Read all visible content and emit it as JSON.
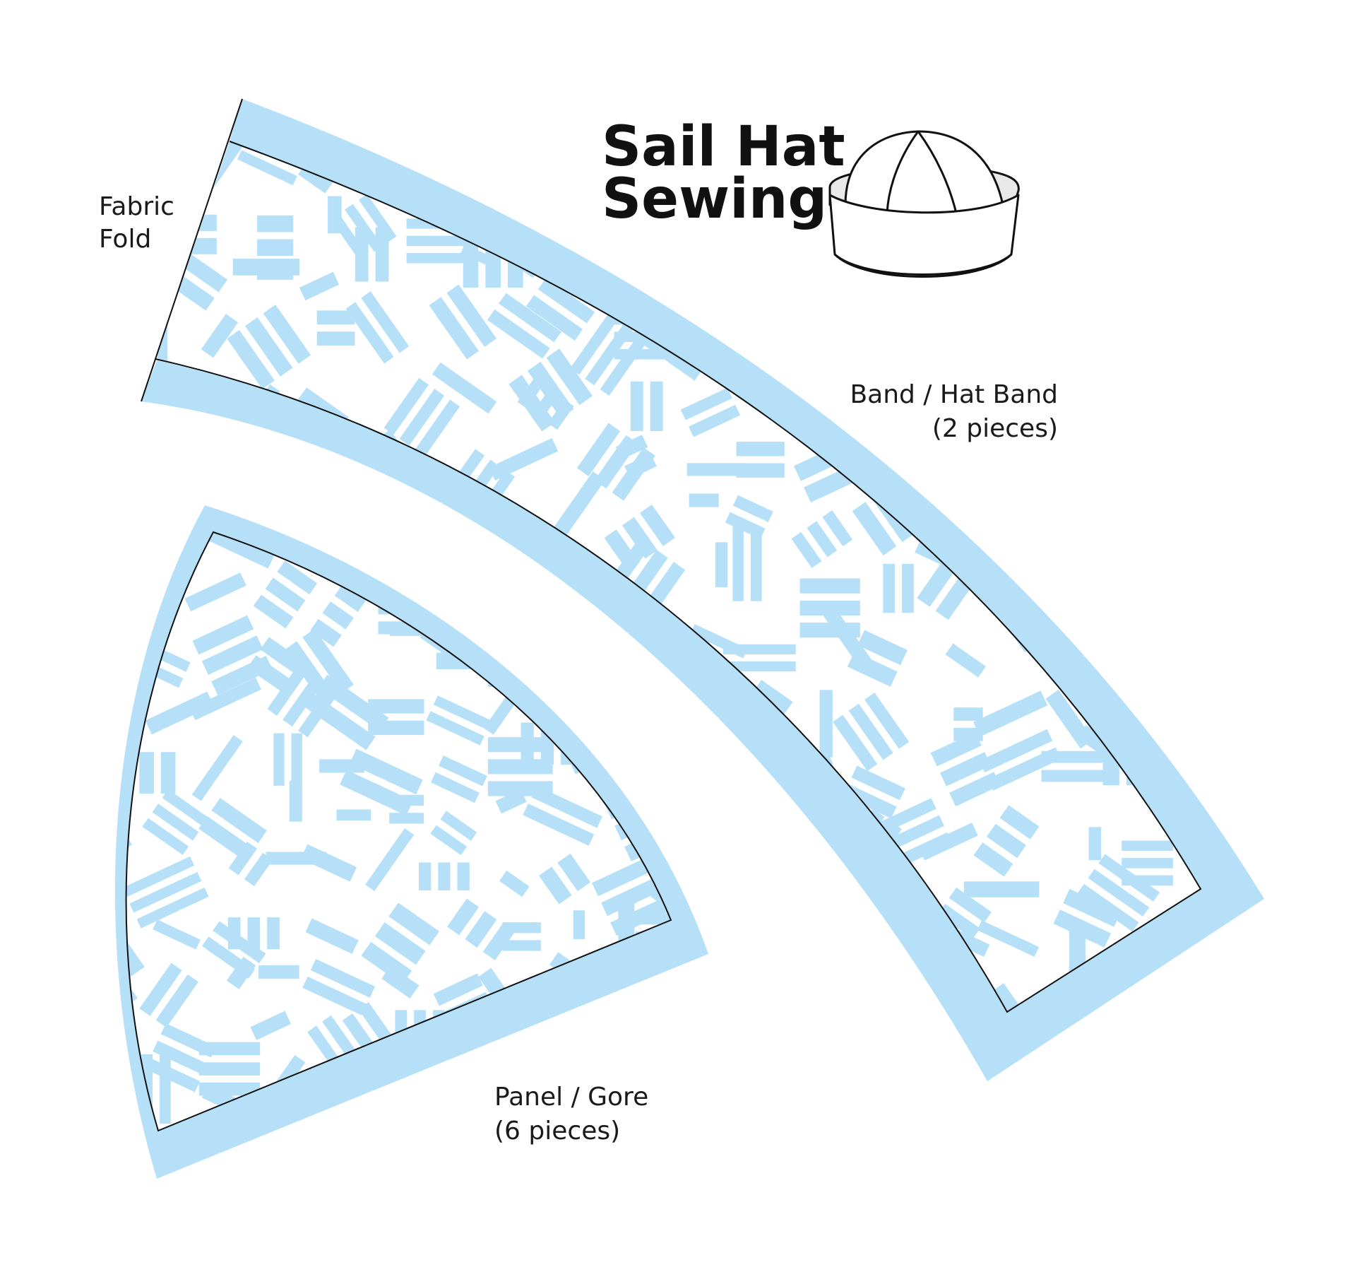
{
  "title": {
    "line1": "Sail Hat",
    "line2": "Sewing"
  },
  "labels": {
    "fold_line1": "Fabric",
    "fold_line2": "Fold",
    "band_line1": "Band / Hat Band",
    "band_line2": "(2 pieces)",
    "panel_line1": "Panel / Gore",
    "panel_line2": "(6 pieces)"
  },
  "colors": {
    "seam_allowance": "#b6e0f8",
    "fabric_print": "#b6e0f8",
    "fabric_ground": "#ffffff",
    "outline": "#111111"
  },
  "icons": {
    "hat": "sailor-hat-icon"
  }
}
